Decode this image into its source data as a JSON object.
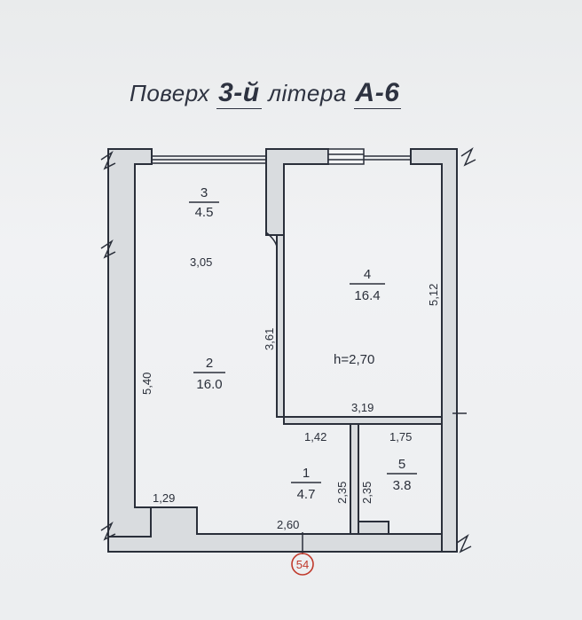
{
  "title": {
    "prefix": "Поверх",
    "floor": "3-й",
    "middle": "літера",
    "letter": "А-6"
  },
  "rooms": [
    {
      "number": "3",
      "area": "4.5"
    },
    {
      "number": "4",
      "area": "16.4"
    },
    {
      "number": "2",
      "area": "16.0"
    },
    {
      "number": "1",
      "area": "4.7"
    },
    {
      "number": "5",
      "area": "3.8"
    }
  ],
  "dimensions": {
    "d305": "3,05",
    "d512": "5,12",
    "d361": "3,61",
    "d540": "5,40",
    "d319": "3,19",
    "d142": "1,42",
    "d175": "1,75",
    "d235a": "2,35",
    "d235b": "2,35",
    "d129": "1,29",
    "d260": "2,60"
  },
  "ceiling_height": "h=2,70",
  "page_number": "54",
  "colors": {
    "wall": "#2a2f3a",
    "wall_fill": "#d9dcdf",
    "stamp": "#c0392b"
  }
}
